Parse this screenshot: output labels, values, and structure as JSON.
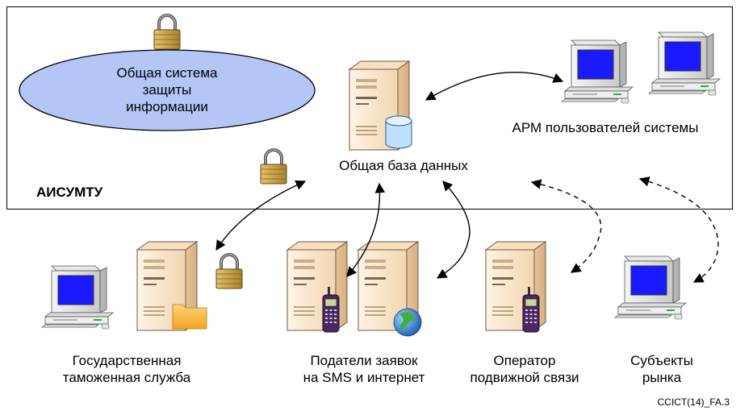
{
  "system_box": {
    "label": "АИСУМТУ"
  },
  "security": {
    "line1": "Общая система",
    "line2": "защиты",
    "line3": "информации"
  },
  "database": {
    "label": "Общая база данных"
  },
  "workstations": {
    "label": "АРМ пользователей системы"
  },
  "customs": {
    "line1": "Государственная",
    "line2": "таможенная служба"
  },
  "applicants": {
    "line1": "Податели заявок",
    "line2": "на SMS и интернет"
  },
  "operator": {
    "line1": "Оператор",
    "line2": "подвижной связи"
  },
  "market": {
    "line1": "Субъекты",
    "line2": "рынка"
  },
  "figure_id": "CCICT(14)_FA.3",
  "colors": {
    "server_light": "#fbe8cf",
    "server_dark": "#e8c9a3",
    "screen": "#1a1aff",
    "ellipse": "#b3c6f5",
    "lock": "#c8a24a"
  }
}
